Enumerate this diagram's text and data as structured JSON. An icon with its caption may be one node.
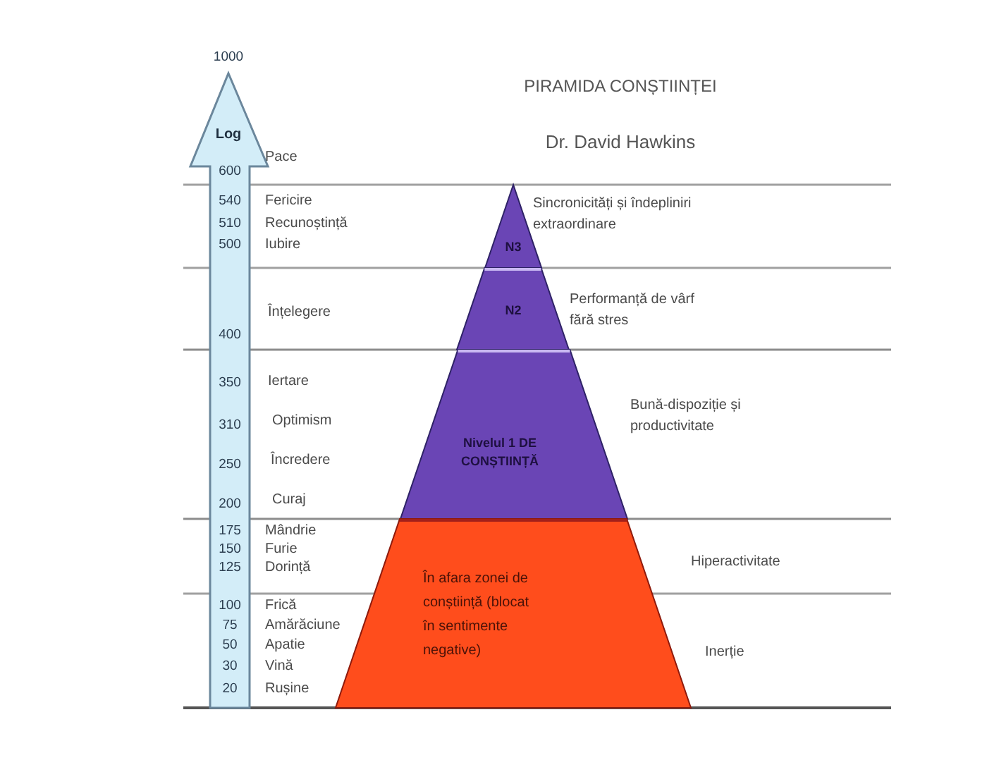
{
  "diagram": {
    "title": "PIRAMIDA CONȘTIINȚEI",
    "nodes": [
      {
        "text": [
          "N3"
        ],
        "beside": [
          "Sincronicități și îndepliniri extraordinare"
        ]
      },
      {
        "text": [
          "N2"
        ],
        "beside": [
          "Performanță de vârf fără stres"
        ]
      },
      {
        "text": [
          "Nivelul 1 DE CONȘTIINȚĂ"
        ],
        "beside": [
          "Bună-dispoziție și productivitate"
        ]
      },
      {
        "text": [
          "În afara zonei de conștiință (blocat în sentimente negative)"
        ],
        "beside": [
          "Hiperactivitate",
          "Inerție"
        ]
      }
    ],
    "labels": [
      "Dr. David Hawkins",
      "1000",
      "Log",
      "600",
      "Pace",
      "540",
      "Fericire",
      "510",
      "Recunoștință",
      "500",
      "Iubire",
      "400",
      "Înțelegere",
      "350",
      "Iertare",
      "310",
      "Optimism",
      "250",
      "Încredere",
      "200",
      "Curaj",
      "175",
      "Mândrie",
      "150",
      "Furie",
      "125",
      "Dorință",
      "100",
      "Frică",
      "75",
      "Amărăciune",
      "50",
      "Apatie",
      "30",
      "Vină",
      "20",
      "Rușine"
    ]
  }
}
